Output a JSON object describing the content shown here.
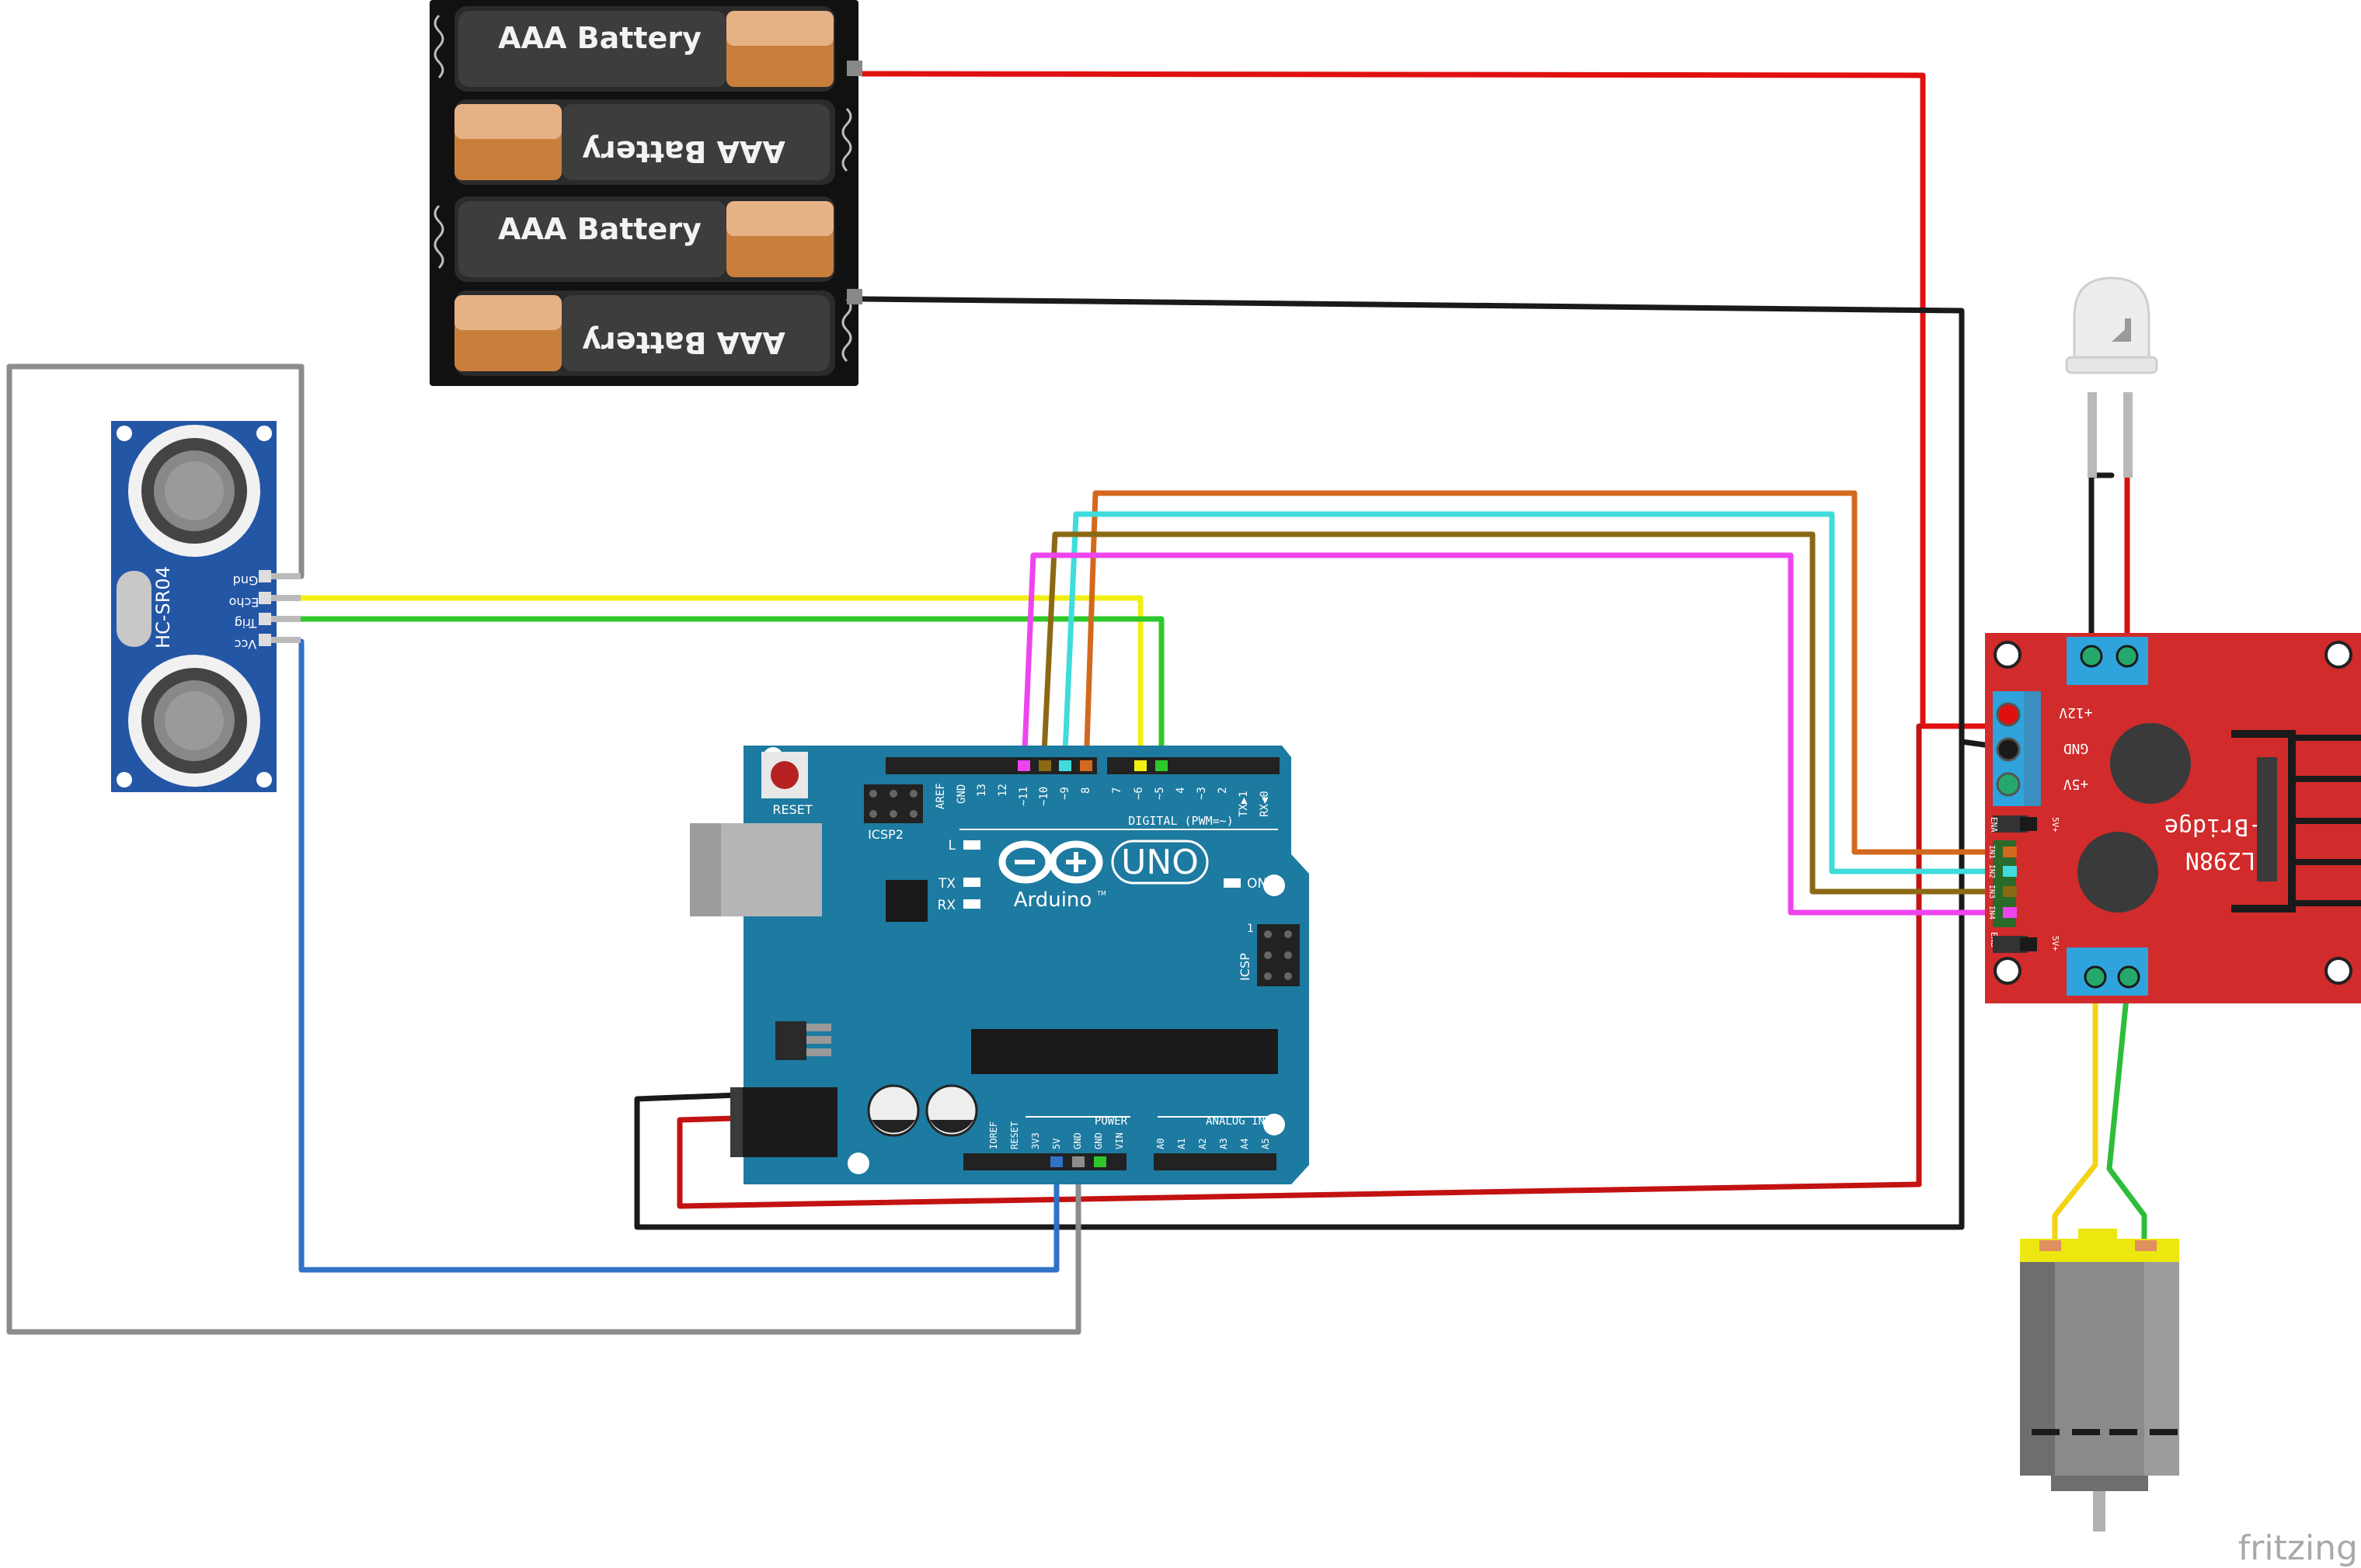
{
  "battery_pack": {
    "cells": [
      {
        "label": "AAA Battery"
      },
      {
        "label": "AAA Battery"
      },
      {
        "label": "AAA Battery"
      },
      {
        "label": "AAA Battery"
      }
    ]
  },
  "sensor": {
    "model": "HC-SR04",
    "pins": [
      "Gnd",
      "Echo",
      "Trig",
      "Vcc"
    ]
  },
  "arduino": {
    "logo": "UNO",
    "brand": "Arduino",
    "trademark": "TM",
    "reset": "RESET",
    "icsp2": "ICSP2",
    "icsp": "ICSP",
    "icsp_pin1": "1",
    "led_l": "L",
    "led_tx": "TX",
    "led_rx": "RX",
    "on": "ON",
    "digital_label": "DIGITAL (PWM=~)",
    "digital_pins": [
      "AREF",
      "GND",
      "13",
      "12",
      "~11",
      "~10",
      "~9",
      "8",
      "7",
      "~6",
      "~5",
      "4",
      "~3",
      "2",
      "TX▶1",
      "RX◀0"
    ],
    "power_label": "POWER",
    "power_pins": [
      "IOREF",
      "RESET",
      "3V3",
      "5V",
      "GND",
      "GND",
      "VIN"
    ],
    "analog_label": "ANALOG IN",
    "analog_pins": [
      "A0",
      "A1",
      "A2",
      "A3",
      "A4",
      "A5"
    ]
  },
  "hbridge": {
    "title": "H-Bridge",
    "model": "L298N",
    "terminals": [
      "+12V",
      "GND",
      "+5V"
    ],
    "header_top": "5V+",
    "header_bottom": "5V+",
    "en_a": "ENA",
    "en_b": "ENB",
    "inputs": [
      "IN1",
      "IN2",
      "IN3",
      "IN4"
    ]
  },
  "watermark": "fritzing",
  "colors": {
    "red_wire": "#e01010",
    "black_wire": "#1a1a1a",
    "gray_wire": "#8c8c8c",
    "blue_wire": "#2f72c8",
    "yellow_wire": "#f3ee14",
    "green_wire": "#2ec82b",
    "orange_wire": "#d2691e",
    "cyan_wire": "#3fdcdc",
    "brown_wire": "#8b6914",
    "magenta_wire": "#ee44ee",
    "arduino_board": "#1d7aa0",
    "sensor_board": "#2456a6",
    "hbridge_board": "#d12b2b",
    "terminal_blue": "#2ea3dc"
  }
}
